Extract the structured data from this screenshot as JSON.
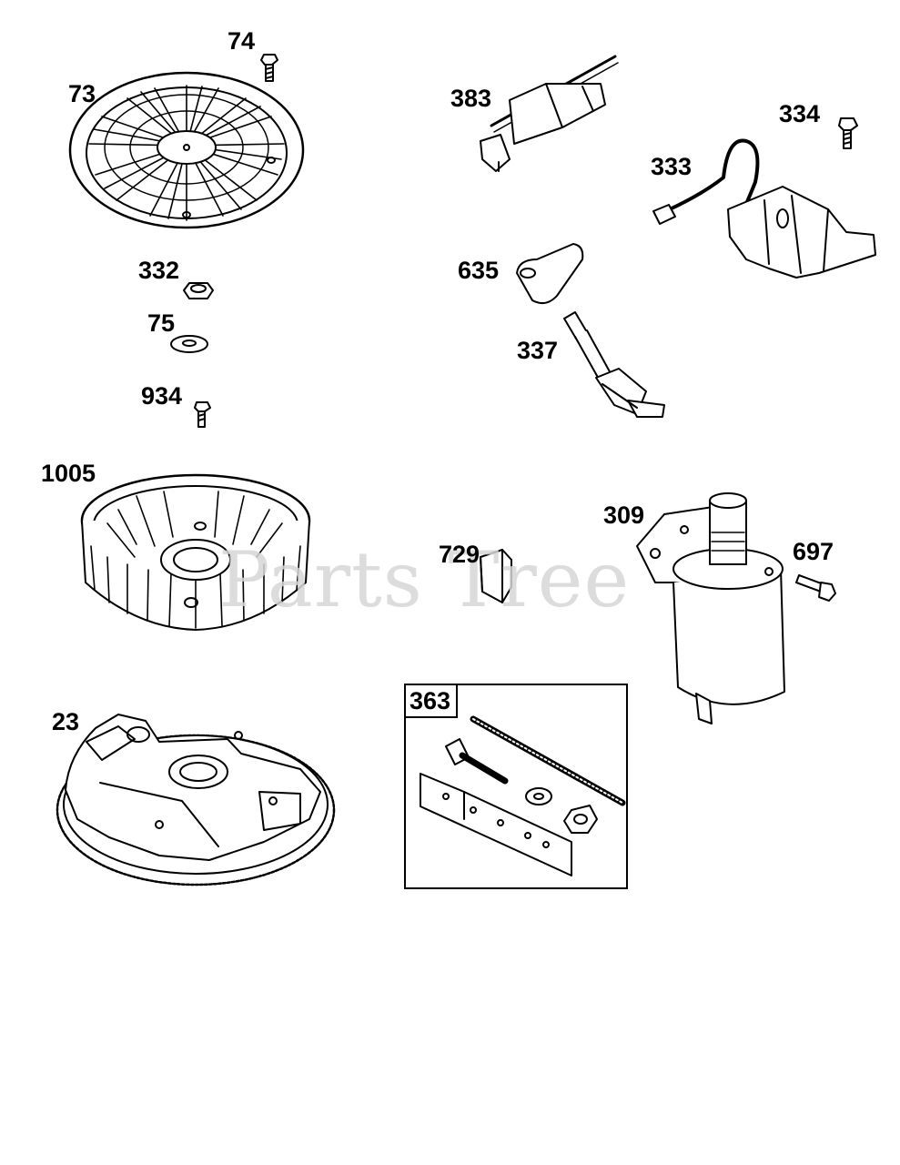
{
  "watermark": "Parts Tree",
  "parts": {
    "p74": "74",
    "p73": "73",
    "p332": "332",
    "p75": "75",
    "p934": "934",
    "p1005": "1005",
    "p23": "23",
    "p383": "383",
    "p334": "334",
    "p333": "333",
    "p635": "635",
    "p337": "337",
    "p729": "729",
    "p309": "309",
    "p697": "697",
    "p363": "363"
  }
}
